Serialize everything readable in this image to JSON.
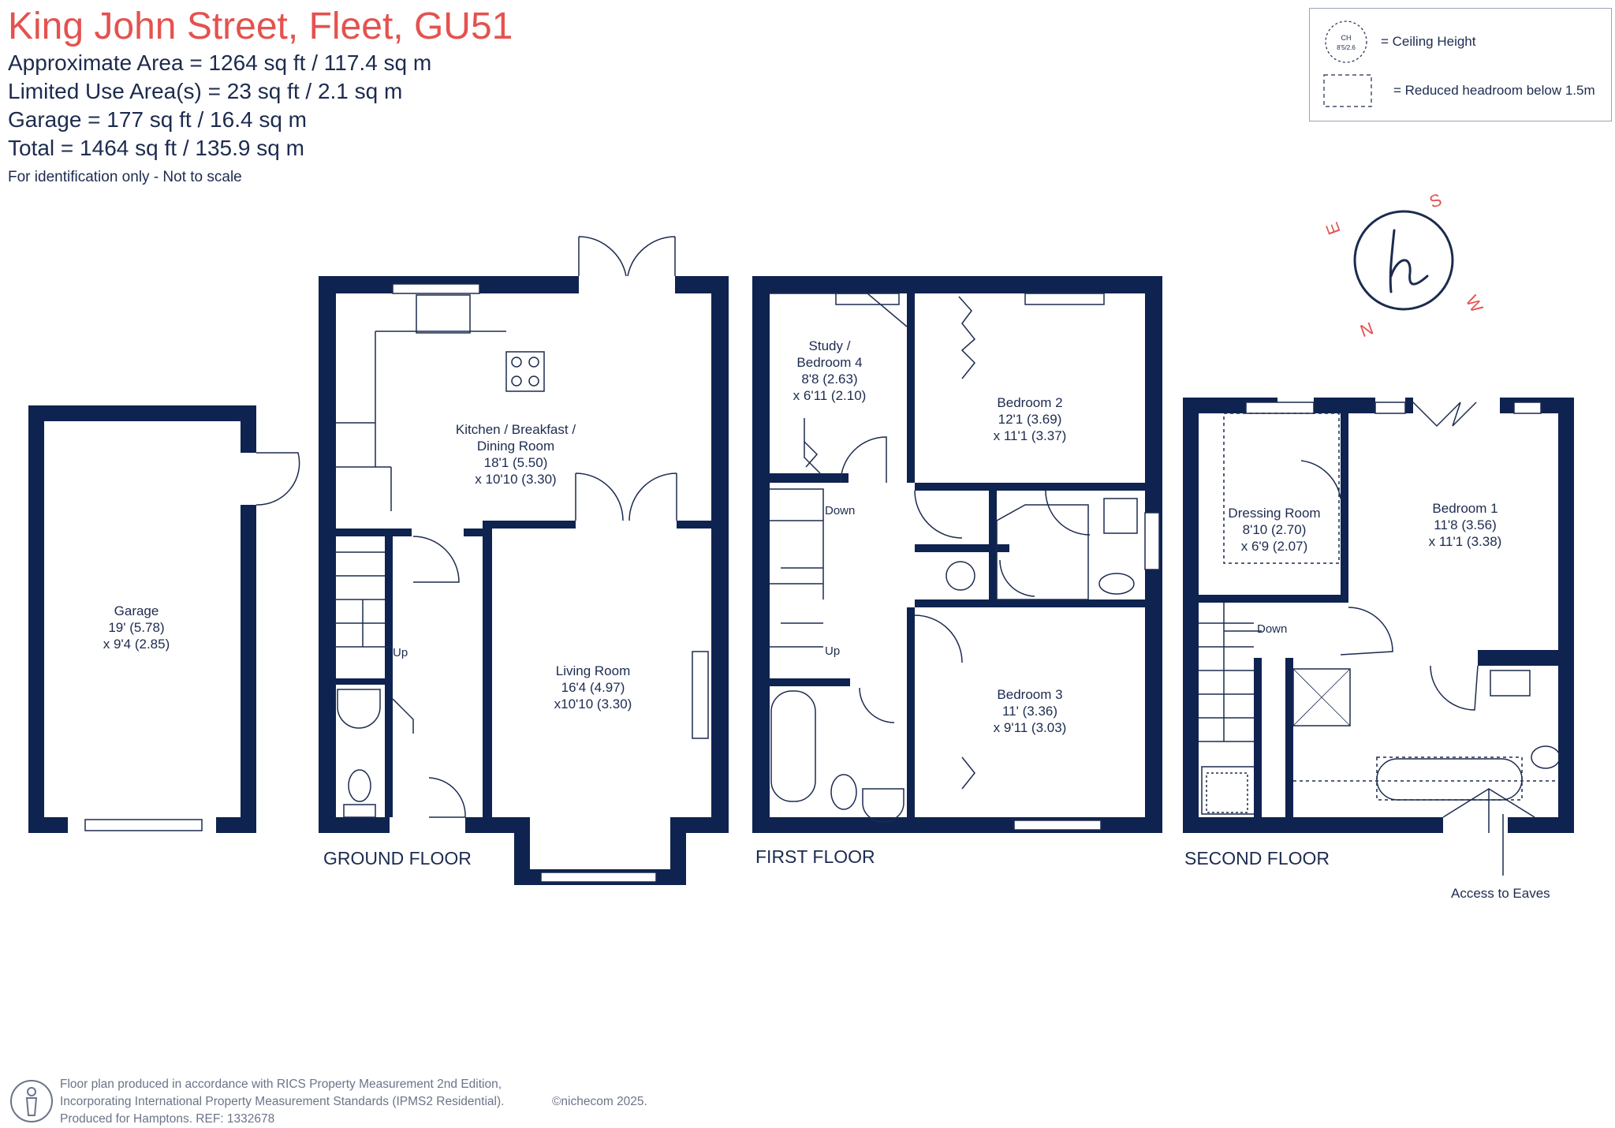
{
  "header": {
    "title": "King John Street, Fleet, GU51",
    "areas": [
      "Approximate Area = 1264 sq ft / 117.4 sq m",
      "Limited Use Area(s) = 23 sq ft / 2.1 sq m",
      "Garage = 177 sq ft / 16.4 sq m",
      "Total = 1464 sq ft / 135.9 sq m"
    ],
    "note": "For identification only - Not to scale"
  },
  "legend": {
    "ch_symbol": "CH",
    "ch_value": "8'5/2.6",
    "ceiling_label": "= Ceiling Height",
    "headroom_label": "= Reduced headroom below 1.5m"
  },
  "compass": {
    "s": "S",
    "w": "W",
    "n": "N",
    "e": "E",
    "logo": "h"
  },
  "rooms": {
    "garage": [
      "Garage",
      "19' (5.78)",
      "x 9'4 (2.85)"
    ],
    "kitchen": [
      "Kitchen / Breakfast /",
      "Dining Room",
      "18'1 (5.50)",
      "x 10'10 (3.30)"
    ],
    "living": [
      "Living Room",
      "16'4 (4.97)",
      "x10'10 (3.30)"
    ],
    "study": [
      "Study /",
      "Bedroom 4",
      "8'8 (2.63)",
      "x 6'11 (2.10)"
    ],
    "bedroom2": [
      "Bedroom 2",
      "12'1 (3.69)",
      "x 11'1 (3.37)"
    ],
    "bedroom3": [
      "Bedroom 3",
      "11' (3.36)",
      "x 9'11 (3.03)"
    ],
    "dressing": [
      "Dressing Room",
      "8'10 (2.70)",
      "x 6'9 (2.07)"
    ],
    "bedroom1": [
      "Bedroom 1",
      "11'8 (3.56)",
      "x 11'1 (3.38)"
    ]
  },
  "stairs": {
    "up": "Up",
    "down": "Down"
  },
  "floors": {
    "ground": "GROUND FLOOR",
    "first": "FIRST FLOOR",
    "second": "SECOND FLOOR"
  },
  "eaves": "Access to Eaves",
  "footer": {
    "lines": [
      "Floor plan produced in accordance with RICS Property Measurement 2nd Edition,",
      "Incorporating International Property Measurement Standards (IPMS2 Residential).",
      "Produced for Hamptons.  REF:  1332678"
    ],
    "brand": "©nichecom 2025."
  },
  "colors": {
    "wall": "#0f2350",
    "title": "#e4524f",
    "muted": "#6b7488",
    "line": "#1c2b4f"
  }
}
